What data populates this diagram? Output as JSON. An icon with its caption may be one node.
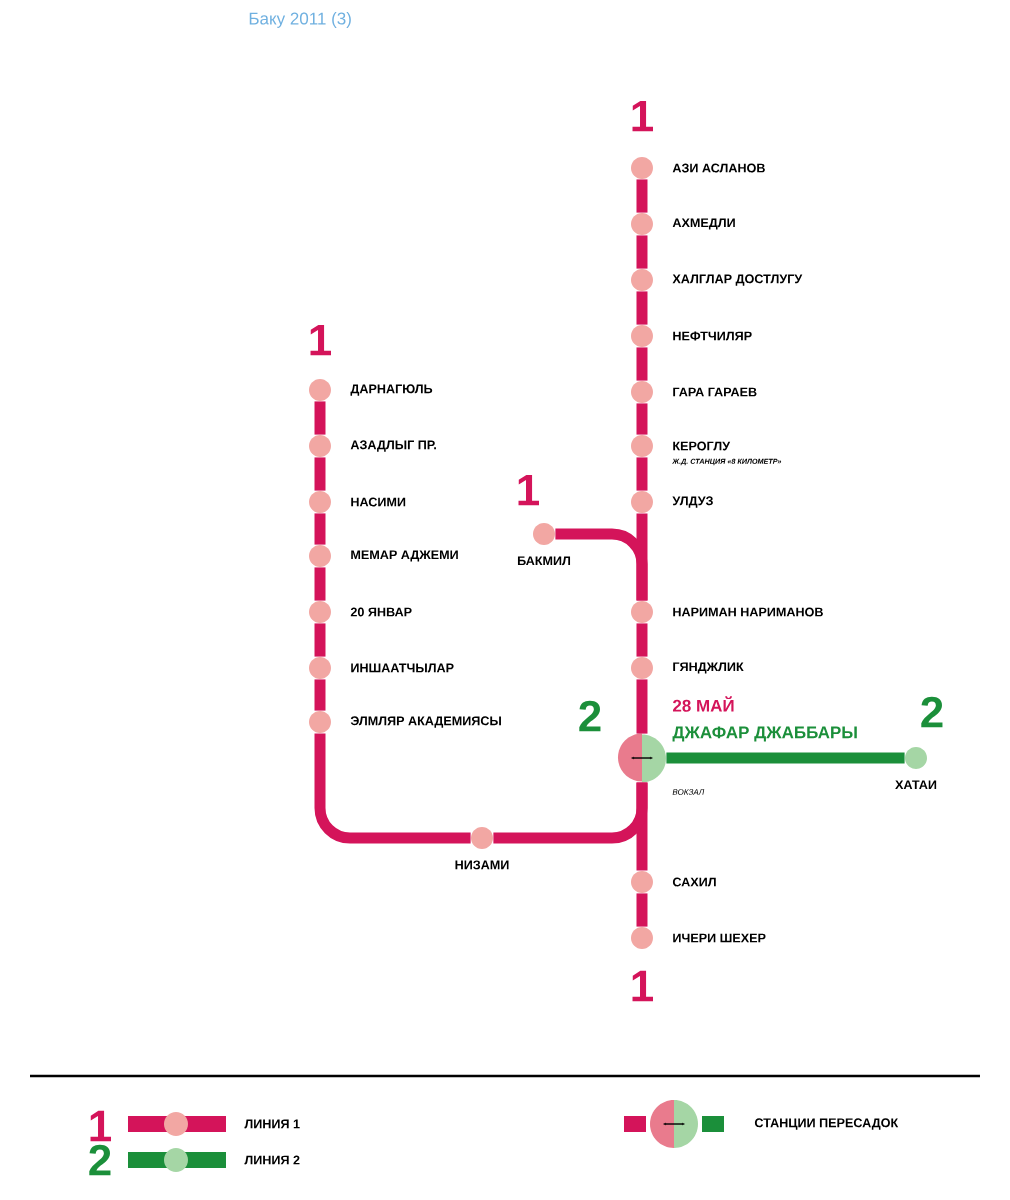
{
  "diagram": {
    "title": "Баку 2011 (3)",
    "nodes": [
      {
        "text": [],
        "shape": "circle",
        "beside": [
          "АЗИ АСЛАНОВ"
        ]
      },
      {
        "text": [],
        "shape": "circle",
        "beside": [
          "АХМЕДЛИ"
        ]
      },
      {
        "text": [],
        "shape": "circle",
        "beside": [
          "ХАЛГЛАР ДОСТЛУГУ"
        ]
      },
      {
        "text": [],
        "shape": "circle",
        "beside": [
          "НЕФТЧИЛЯР"
        ]
      },
      {
        "text": [],
        "shape": "circle",
        "beside": [
          "ГАРА ГАРАЕВ"
        ]
      },
      {
        "text": [],
        "shape": "circle",
        "beside": [
          "КЕРОГЛУ",
          "Ж.Д. СТАНЦИЯ «8 КИЛОМЕТР»"
        ]
      },
      {
        "text": [],
        "shape": "circle",
        "beside": [
          "УЛДУЗ"
        ]
      },
      {
        "text": [],
        "shape": "circle",
        "beside": [
          "НАРИМАН НАРИМАНОВ"
        ]
      },
      {
        "text": [],
        "shape": "circle",
        "beside": [
          "ГЯНДЖЛИК"
        ]
      },
      {
        "text": [],
        "shape": "circle",
        "beside": [
          "28 МАЙ",
          "ДЖАФАР ДЖАББАРЫ",
          "ВОКЗАЛ"
        ]
      },
      {
        "text": [],
        "shape": "circle",
        "beside": [
          "САХИЛ"
        ]
      },
      {
        "text": [],
        "shape": "circle",
        "beside": [
          "ИЧЕРИ ШЕХЕР"
        ]
      },
      {
        "text": [],
        "shape": "circle",
        "beside": [
          "ДАРНАГЮЛЬ"
        ]
      },
      {
        "text": [],
        "shape": "circle",
        "beside": [
          "АЗАДЛЫГ ПР."
        ]
      },
      {
        "text": [],
        "shape": "circle",
        "beside": [
          "НАСИМИ"
        ]
      },
      {
        "text": [],
        "shape": "circle",
        "beside": [
          "МЕМАР АДЖЕМИ"
        ]
      },
      {
        "text": [],
        "shape": "circle",
        "beside": [
          "20 ЯНВАР"
        ]
      },
      {
        "text": [],
        "shape": "circle",
        "beside": [
          "ИНШААТЧЫЛАР"
        ]
      },
      {
        "text": [],
        "shape": "circle",
        "beside": [
          "ЭЛМЛЯР АКАДЕМИЯСЫ"
        ]
      },
      {
        "text": [],
        "shape": "circle",
        "beside": [
          "НИЗАМИ"
        ]
      },
      {
        "text": [],
        "shape": "circle",
        "beside": [
          "БАКМИЛ"
        ]
      },
      {
        "text": [],
        "shape": "circle",
        "beside": [
          "ХАТАИ"
        ]
      }
    ],
    "edges": [
      {
        "from": 0,
        "to": 1,
        "arrow": "none"
      },
      {
        "from": 1,
        "to": 2,
        "arrow": "none"
      },
      {
        "from": 2,
        "to": 3,
        "arrow": "none"
      },
      {
        "from": 3,
        "to": 4,
        "arrow": "none"
      },
      {
        "from": 4,
        "to": 5,
        "arrow": "none"
      },
      {
        "from": 5,
        "to": 6,
        "arrow": "none"
      },
      {
        "from": 6,
        "to": 7,
        "arrow": "none"
      },
      {
        "from": 7,
        "to": 8,
        "arrow": "none"
      },
      {
        "from": 8,
        "to": 9,
        "arrow": "none"
      },
      {
        "from": 9,
        "to": 10,
        "arrow": "none"
      },
      {
        "from": 10,
        "to": 11,
        "arrow": "none"
      },
      {
        "from": 12,
        "to": 13,
        "arrow": "none"
      },
      {
        "from": 13,
        "to": 14,
        "arrow": "none"
      },
      {
        "from": 14,
        "to": 15,
        "arrow": "none"
      },
      {
        "from": 15,
        "to": 16,
        "arrow": "none"
      },
      {
        "from": 16,
        "to": 17,
        "arrow": "none"
      },
      {
        "from": 17,
        "to": 18,
        "arrow": "none"
      },
      {
        "from": 18,
        "to": 19,
        "arrow": "none"
      },
      {
        "from": 19,
        "to": 9,
        "arrow": "none"
      },
      {
        "from": 20,
        "to": 7,
        "arrow": "none"
      },
      {
        "from": 9,
        "to": 21,
        "arrow": "none",
        "color": "#1b8f3a"
      }
    ],
    "labels": [
      "1",
      "1",
      "1",
      "2",
      "2",
      "1",
      "1",
      "2"
    ],
    "legend": [
      {
        "text": "ЛИНИЯ 1"
      },
      {
        "text": "ЛИНИЯ 2"
      },
      {
        "text": "СТАНЦИИ ПЕРЕСАДОК"
      }
    ]
  }
}
